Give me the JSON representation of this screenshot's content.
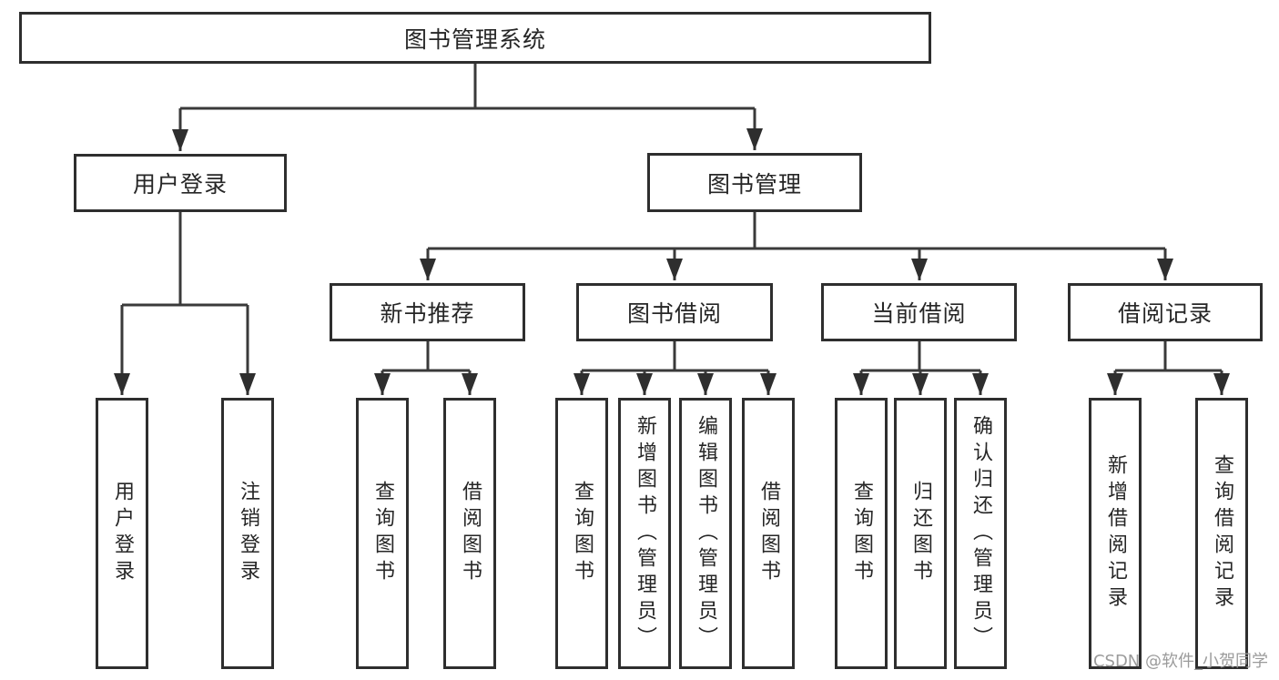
{
  "diagram_title": "图书管理系统",
  "tree": {
    "label": "图书管理系统",
    "children": [
      {
        "label": "用户登录",
        "children": [
          {
            "label": "用户登录"
          },
          {
            "label": "注销登录"
          }
        ]
      },
      {
        "label": "图书管理",
        "children": [
          {
            "label": "新书推荐",
            "children": [
              {
                "label": "查询图书"
              },
              {
                "label": "借阅图书"
              }
            ]
          },
          {
            "label": "图书借阅",
            "children": [
              {
                "label": "查询图书"
              },
              {
                "label": "新增图书（管理员）"
              },
              {
                "label": "编辑图书（管理员）"
              },
              {
                "label": "借阅图书"
              }
            ]
          },
          {
            "label": "当前借阅",
            "children": [
              {
                "label": "查询图书"
              },
              {
                "label": "归还图书"
              },
              {
                "label": "确认归还（管理员）"
              }
            ]
          },
          {
            "label": "借阅记录",
            "children": [
              {
                "label": "新增借阅记录"
              },
              {
                "label": "查询借阅记录"
              }
            ]
          }
        ]
      }
    ]
  },
  "watermark": {
    "text": "CSDN @软件_小贺同学"
  },
  "colors": {
    "background": "#ffffff",
    "line": "#3a3a3a",
    "box_border": "#2e2e2e",
    "text": "#262626",
    "watermark": "#9b9b9b"
  }
}
